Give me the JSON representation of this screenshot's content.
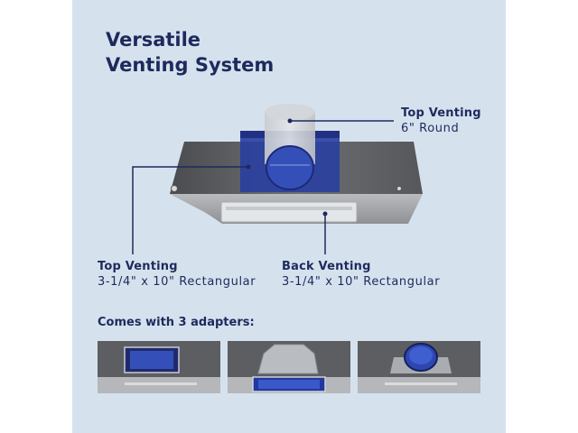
{
  "title": {
    "line1": "Versatile",
    "line2": "Venting System"
  },
  "callouts": {
    "top_round": {
      "title": "Top Venting",
      "detail": "6\" Round"
    },
    "top_rect": {
      "title": "Top Venting",
      "detail": "3-1/4\" x 10\" Rectangular"
    },
    "back_rect": {
      "title": "Back Venting",
      "detail": "3-1/4\" x 10\" Rectangular"
    }
  },
  "adapters": {
    "heading": "Comes with 3 adapters:",
    "items": [
      "rectangular-top-adapter",
      "rectangular-back-adapter",
      "round-top-adapter"
    ]
  },
  "colors": {
    "background": "#d5e2ee",
    "text": "#1e2a5c",
    "adapter_blue": "#2a3fa0",
    "steel": "#8a8c8f"
  }
}
